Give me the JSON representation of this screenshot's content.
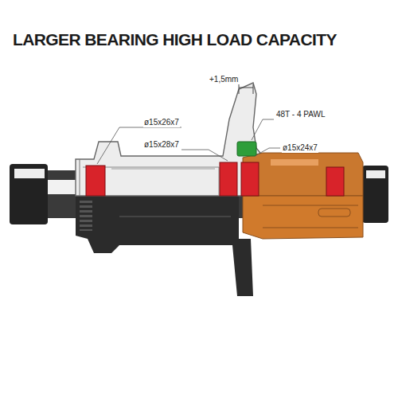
{
  "diagram": {
    "title": "LARGER BEARING HIGH LOAD CAPACITY",
    "labels": [
      "+1,5mm",
      "48T - 4 PAWL",
      "ø15x26x7",
      "ø15x28x7",
      "ø15x24x7"
    ]
  }
}
